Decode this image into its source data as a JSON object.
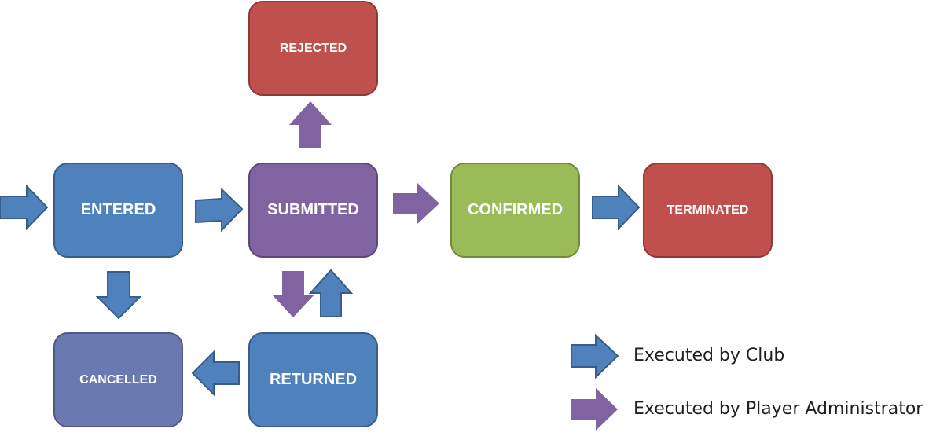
{
  "nodes": {
    "entered": "ENTERED",
    "submitted": "SUBMITTED",
    "confirmed": "CONFIRMED",
    "terminated": "TERMINATED",
    "rejected": "REJECTED",
    "cancelled": "CANCELLED",
    "returned": "RETURNED"
  },
  "legend": {
    "club": "Executed by Club",
    "admin": "Executed by Player Administrator"
  },
  "colors": {
    "club_arrow": "#4f81bd",
    "admin_arrow": "#8064a2",
    "entered": "#4f81bd",
    "submitted": "#8064a2",
    "confirmed": "#9bbb59",
    "terminated": "#c0504d",
    "rejected": "#c0504d",
    "cancelled": "#6a7ab0",
    "returned": "#4f81bd"
  }
}
